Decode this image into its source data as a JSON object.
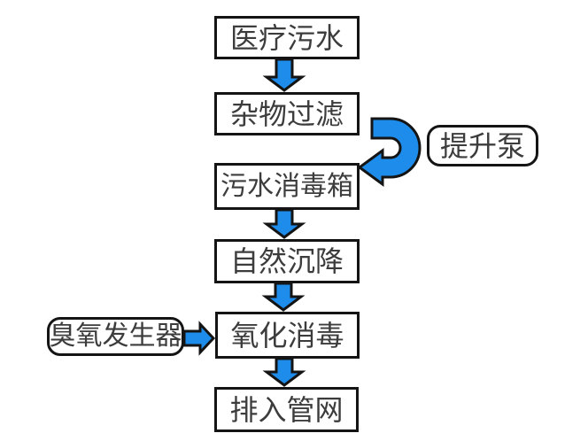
{
  "diagram": {
    "type": "flowchart",
    "subject": "medical sewage treatment process",
    "colors": {
      "arrow_fill": "#1e8ceb",
      "arrow_outline": "#141414",
      "box_border": "#141414",
      "text": "#3c3c3c",
      "background": "#ffffff"
    },
    "nodes": {
      "medical_sewage": {
        "label": "医疗污水",
        "shape": "rect"
      },
      "debris_filter": {
        "label": "杂物过滤",
        "shape": "rect"
      },
      "lift_pump": {
        "label": "提升泵",
        "shape": "rounded"
      },
      "sewage_disinfect_tank": {
        "label": "污水消毒箱",
        "shape": "rect"
      },
      "natural_settling": {
        "label": "自然沉降",
        "shape": "rect"
      },
      "ozone_generator": {
        "label": "臭氧发生器",
        "shape": "rounded"
      },
      "oxidation_disinfect": {
        "label": "氧化消毒",
        "shape": "rect"
      },
      "discharge_pipe_network": {
        "label": "排入管网",
        "shape": "rect"
      }
    },
    "edges": [
      {
        "from": "medical_sewage",
        "to": "debris_filter",
        "style": "block-arrow-down"
      },
      {
        "from": "debris_filter",
        "to": "sewage_disinfect_tank",
        "style": "block-arrow-u-turn-right",
        "via_label": "lift_pump"
      },
      {
        "from": "sewage_disinfect_tank",
        "to": "natural_settling",
        "style": "block-arrow-down"
      },
      {
        "from": "natural_settling",
        "to": "oxidation_disinfect",
        "style": "block-arrow-down"
      },
      {
        "from": "ozone_generator",
        "to": "oxidation_disinfect",
        "style": "block-arrow-right"
      },
      {
        "from": "oxidation_disinfect",
        "to": "discharge_pipe_network",
        "style": "block-arrow-down"
      }
    ]
  }
}
